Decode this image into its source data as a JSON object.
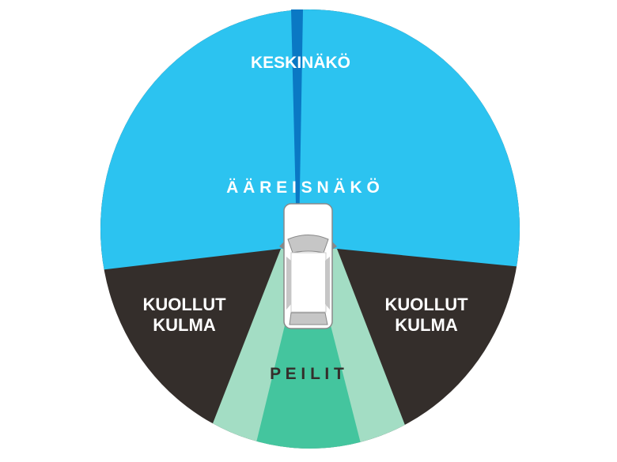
{
  "labels": {
    "central_vision": "KESKINÄKÖ",
    "peripheral_vision": "Ä Ä R E I S N Ä K Ö",
    "blind_spot_left_1": "KUOLLUT",
    "blind_spot_left_2": "KULMA",
    "blind_spot_right_1": "KUOLLUT",
    "blind_spot_right_2": "KULMA",
    "mirrors": "P E I L I T"
  },
  "colors": {
    "peripheral": "#2cc3f0",
    "central": "#0a78c4",
    "blind_spot": "#342e2b",
    "mirror_outer": "#a3ddc4",
    "mirror_inner": "#44c59e",
    "car": "#ffffff"
  }
}
